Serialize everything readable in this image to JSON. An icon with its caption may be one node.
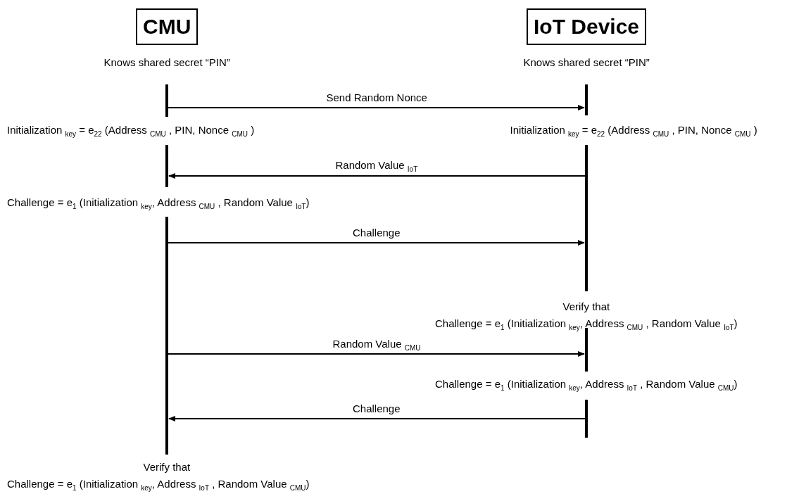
{
  "diagram": {
    "nodes": [
      {
        "text": [
          "CMU"
        ],
        "beside": [
          "Knows shared secret “PIN”"
        ]
      },
      {
        "text": [
          "IoT Device"
        ],
        "beside": [
          "Knows shared secret “PIN”"
        ]
      },
      {
        "text": [],
        "shape": "bar"
      },
      {
        "text": [],
        "shape": "bar"
      }
    ],
    "edges": [
      {
        "from": 2,
        "to": 3,
        "arrow": "to",
        "label": "Send Random Nonce"
      },
      {
        "from": 3,
        "to": 2,
        "arrow": "to",
        "label": "Random Value $_{IoT}$"
      },
      {
        "from": 2,
        "to": 3,
        "arrow": "to",
        "label": "Challenge"
      },
      {
        "from": 2,
        "to": 3,
        "arrow": "to",
        "label": "Random Value $_{CMU}$"
      },
      {
        "from": 3,
        "to": 2,
        "arrow": "to",
        "label": "Challenge"
      }
    ],
    "labels": [
      "Initialization $_{key}$ = e$_{22}$ (Address $_{CMU}$ , PIN, Nonce $_{CMU}$ )",
      "Initialization $_{key}$ = e$_{22}$ (Address $_{CMU}$ , PIN, Nonce $_{CMU}$ )",
      "Challenge = e$_{1}$ (Initialization $_{key}$, Address $_{CMU}$ , Random Value $_{IoT}$)",
      "Verify that",
      "Challenge = e$_{1}$ (Initialization $_{key}$, Address $_{CMU}$ , Random Value $_{IoT}$)",
      "Challenge = e$_{1}$ (Initialization $_{key}$, Address $_{IoT}$ , Random Value $_{CMU}$)",
      "Verify that",
      "Challenge = e$_{1}$ (Initialization $_{key}$, Address $_{IoT}$ , Random Value $_{CMU}$)"
    ]
  }
}
